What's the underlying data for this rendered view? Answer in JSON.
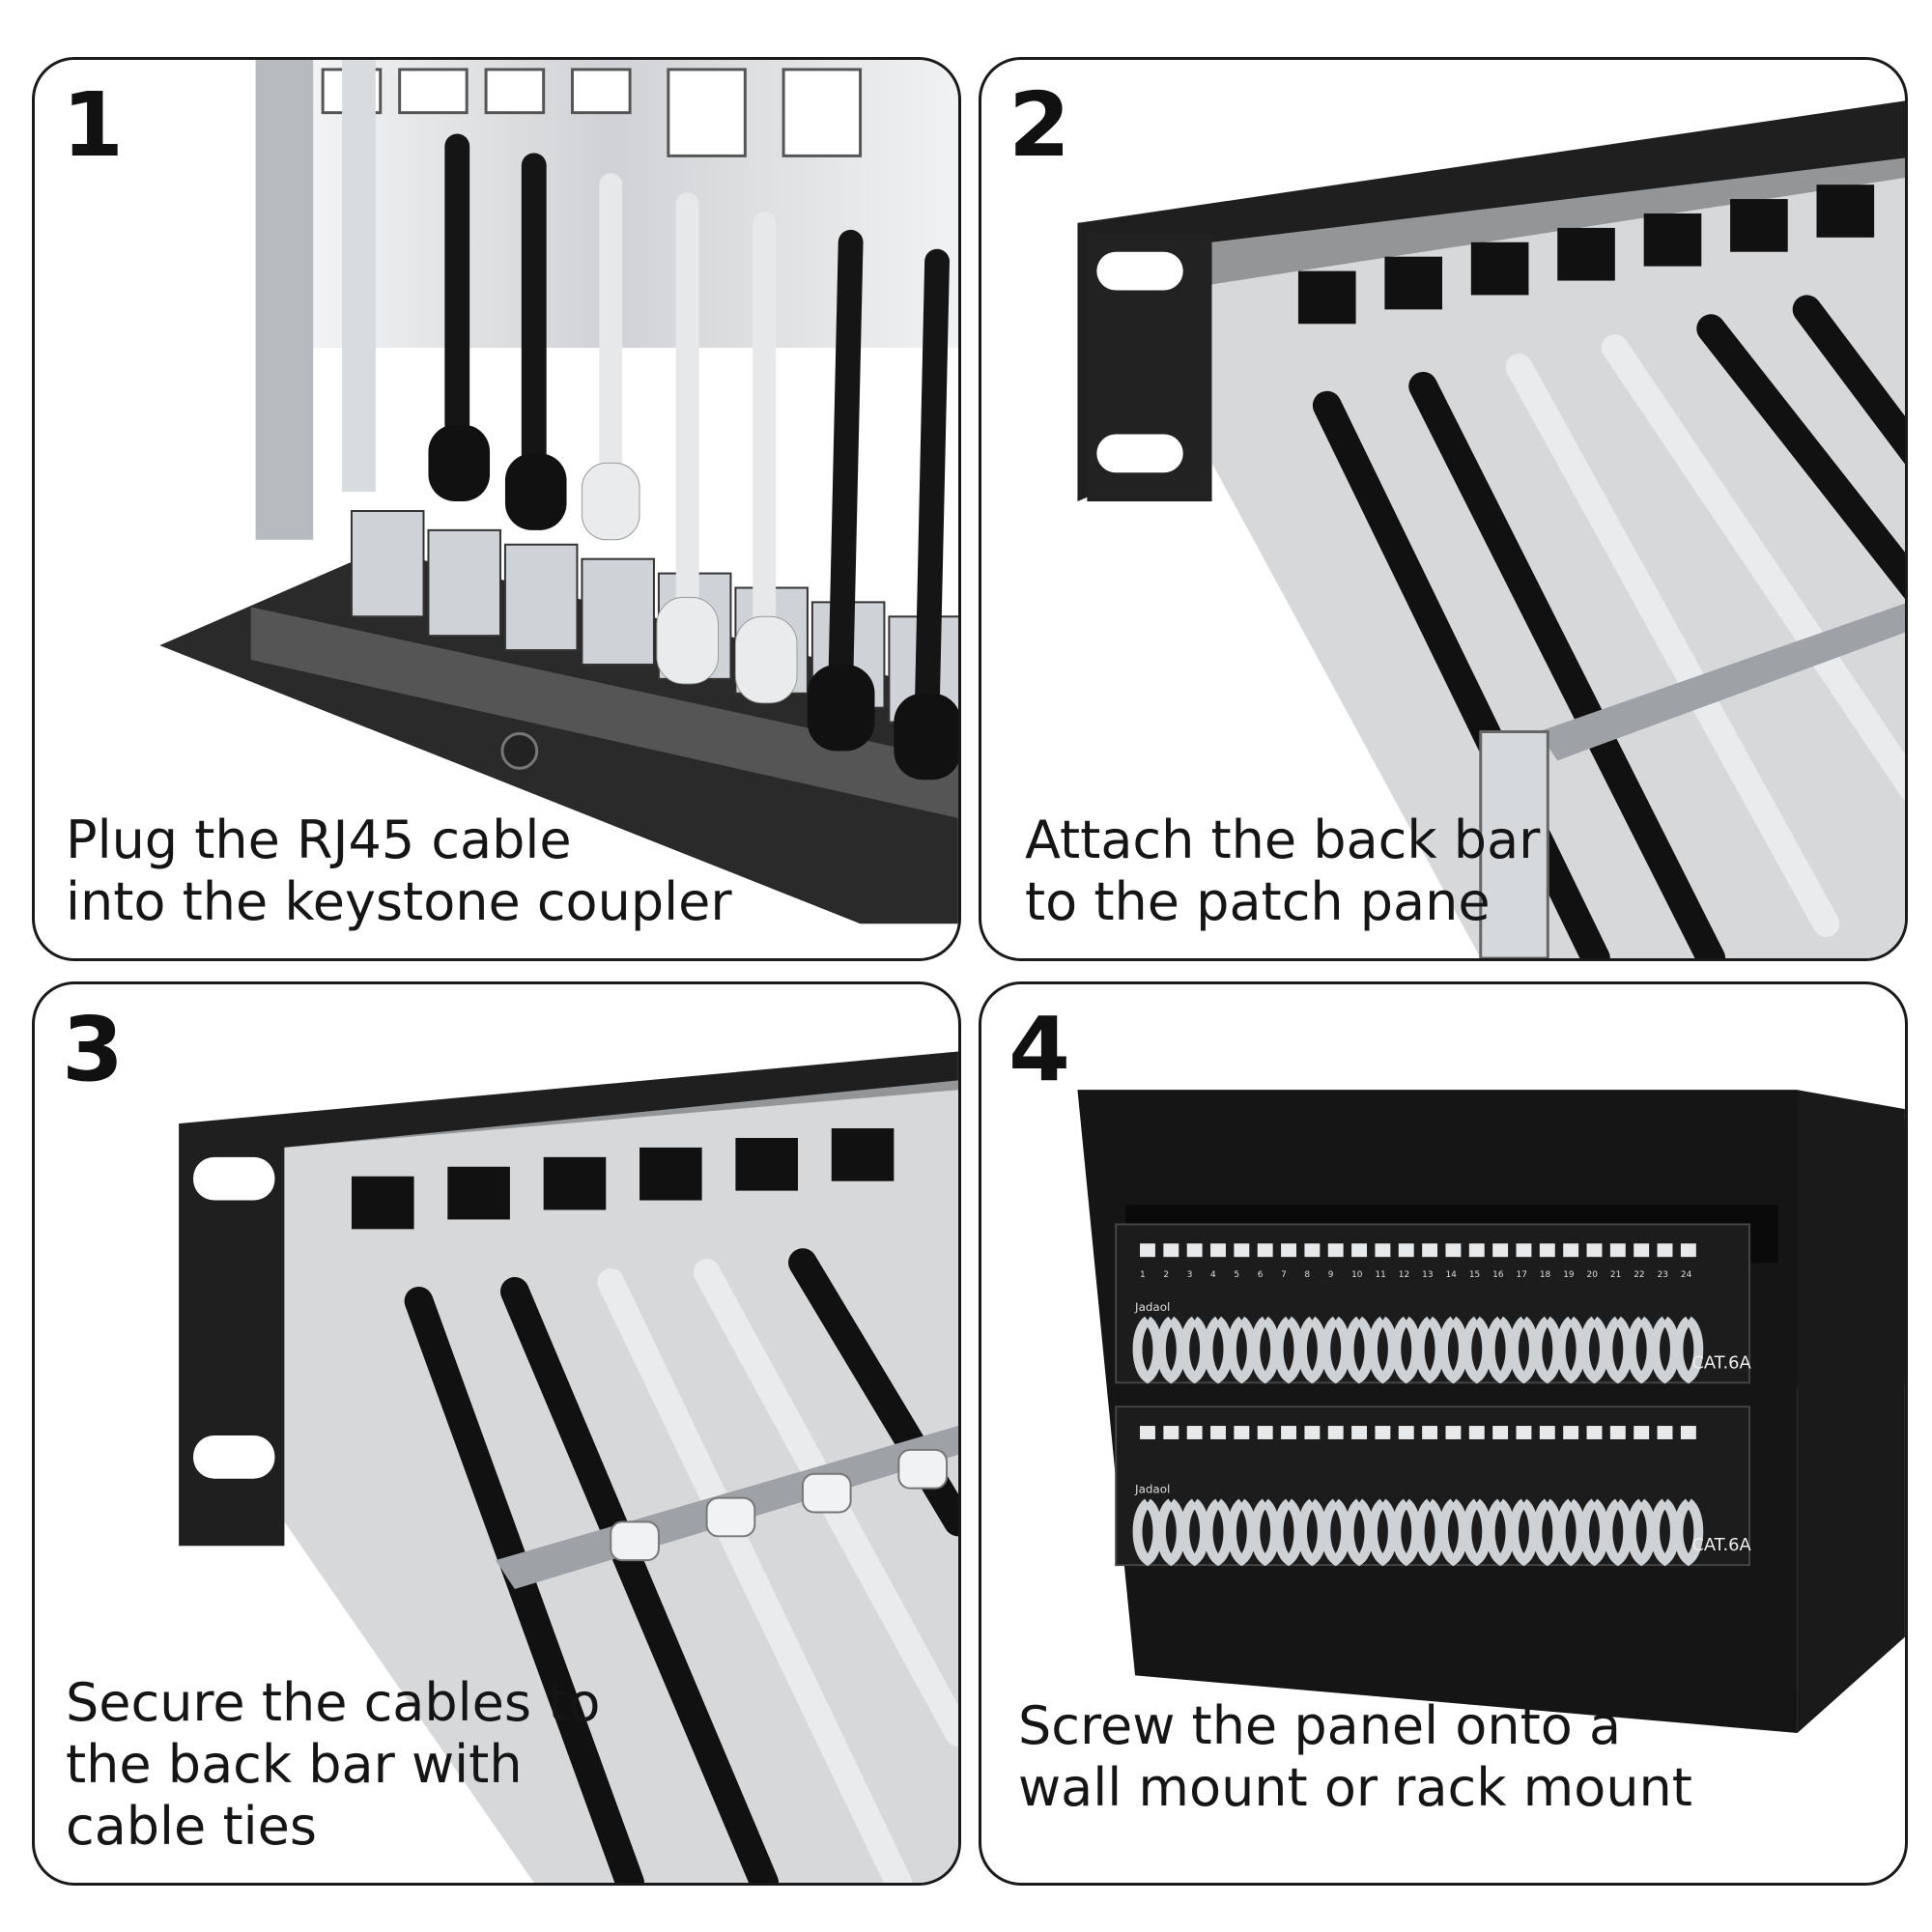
{
  "steps": [
    {
      "number": "1",
      "lines": [
        "Plug the RJ45 cable",
        "into the keystone coupler"
      ]
    },
    {
      "number": "2",
      "lines": [
        "Attach the back bar",
        "to the patch pane"
      ]
    },
    {
      "number": "3",
      "lines": [
        "Secure the cables to",
        "the back bar with",
        "cable ties"
      ]
    },
    {
      "number": "4",
      "lines": [
        "Screw the panel onto a",
        "wall mount or rack mount"
      ]
    }
  ],
  "panel_labels": {
    "brand": "Jadaol",
    "category": "CAT.6A",
    "port_numbers": [
      "1",
      "2",
      "3",
      "4",
      "5",
      "6",
      "7",
      "8",
      "9",
      "10",
      "11",
      "12",
      "13",
      "14",
      "15",
      "16",
      "17",
      "18",
      "19",
      "20",
      "21",
      "22",
      "23",
      "24"
    ]
  },
  "colors": {
    "frame": "#1a1a1a",
    "metal": "#c9ccd0",
    "cable_dark": "#141414",
    "cable_light": "#e9ebec"
  }
}
